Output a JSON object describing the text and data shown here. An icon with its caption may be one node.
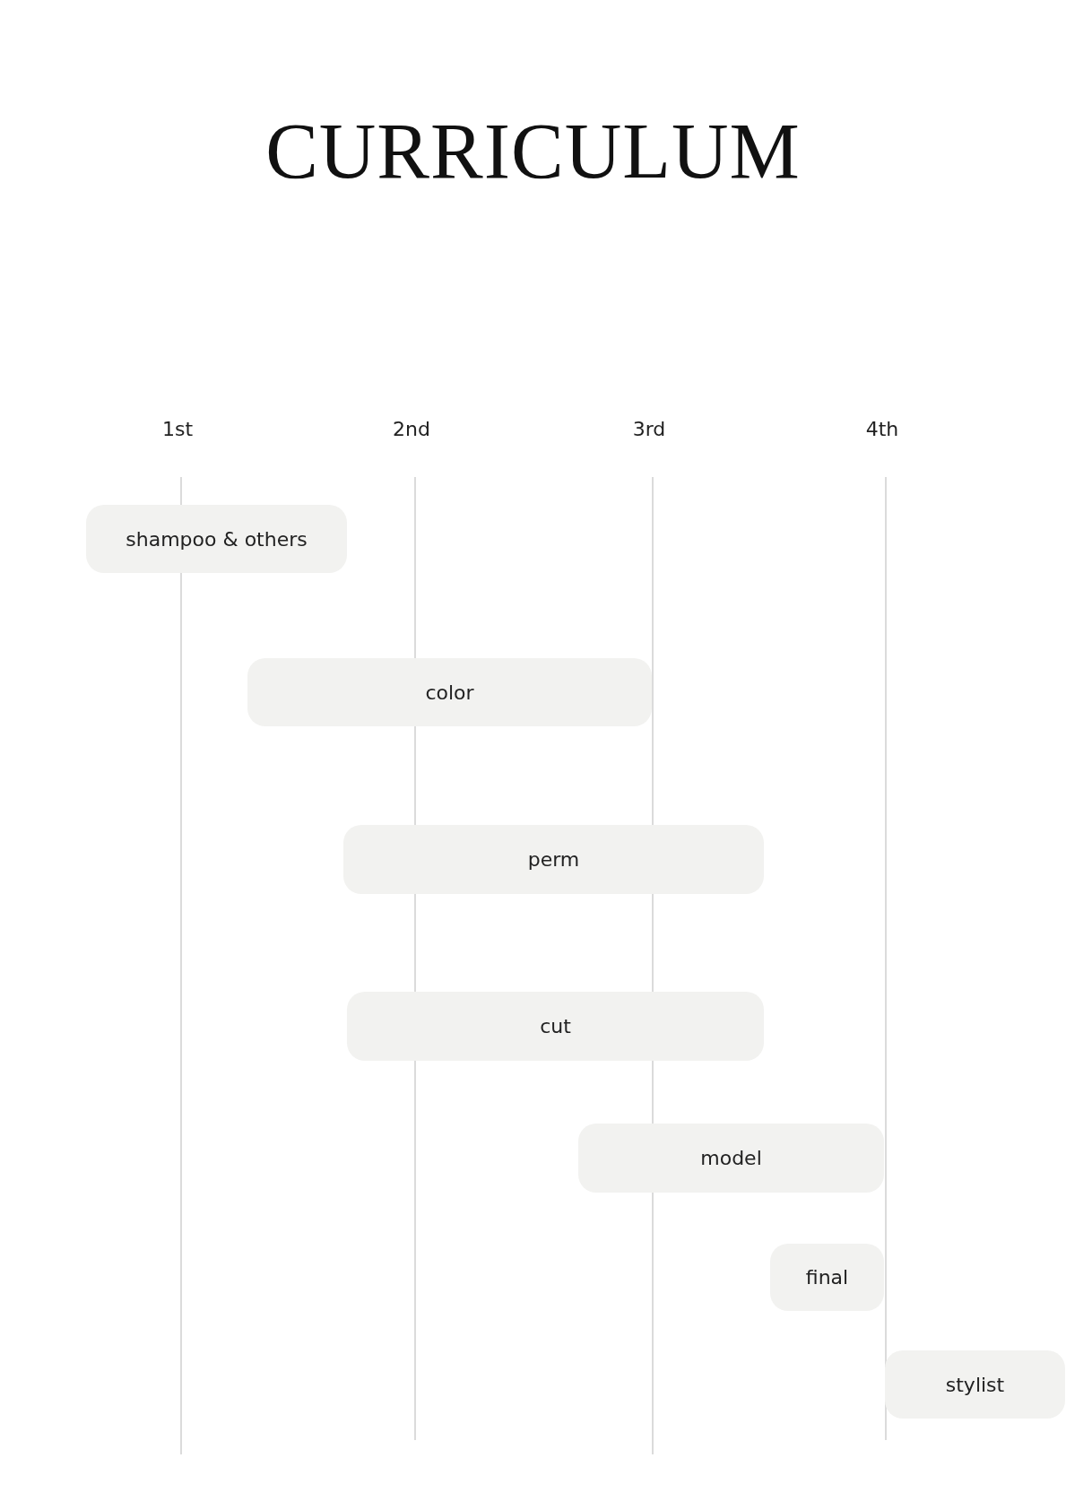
{
  "diagram": {
    "title": "CURRICULUM",
    "nodes": [
      {
        "text": [
          "shampoo & others"
        ]
      },
      {
        "text": [
          "color"
        ]
      },
      {
        "text": [
          "perm"
        ]
      },
      {
        "text": [
          "cut"
        ]
      },
      {
        "text": [
          "model"
        ]
      },
      {
        "text": [
          "final"
        ]
      },
      {
        "text": [
          "stylist"
        ]
      }
    ],
    "labels": [
      "1st",
      "2nd",
      "3rd",
      "4th"
    ]
  }
}
